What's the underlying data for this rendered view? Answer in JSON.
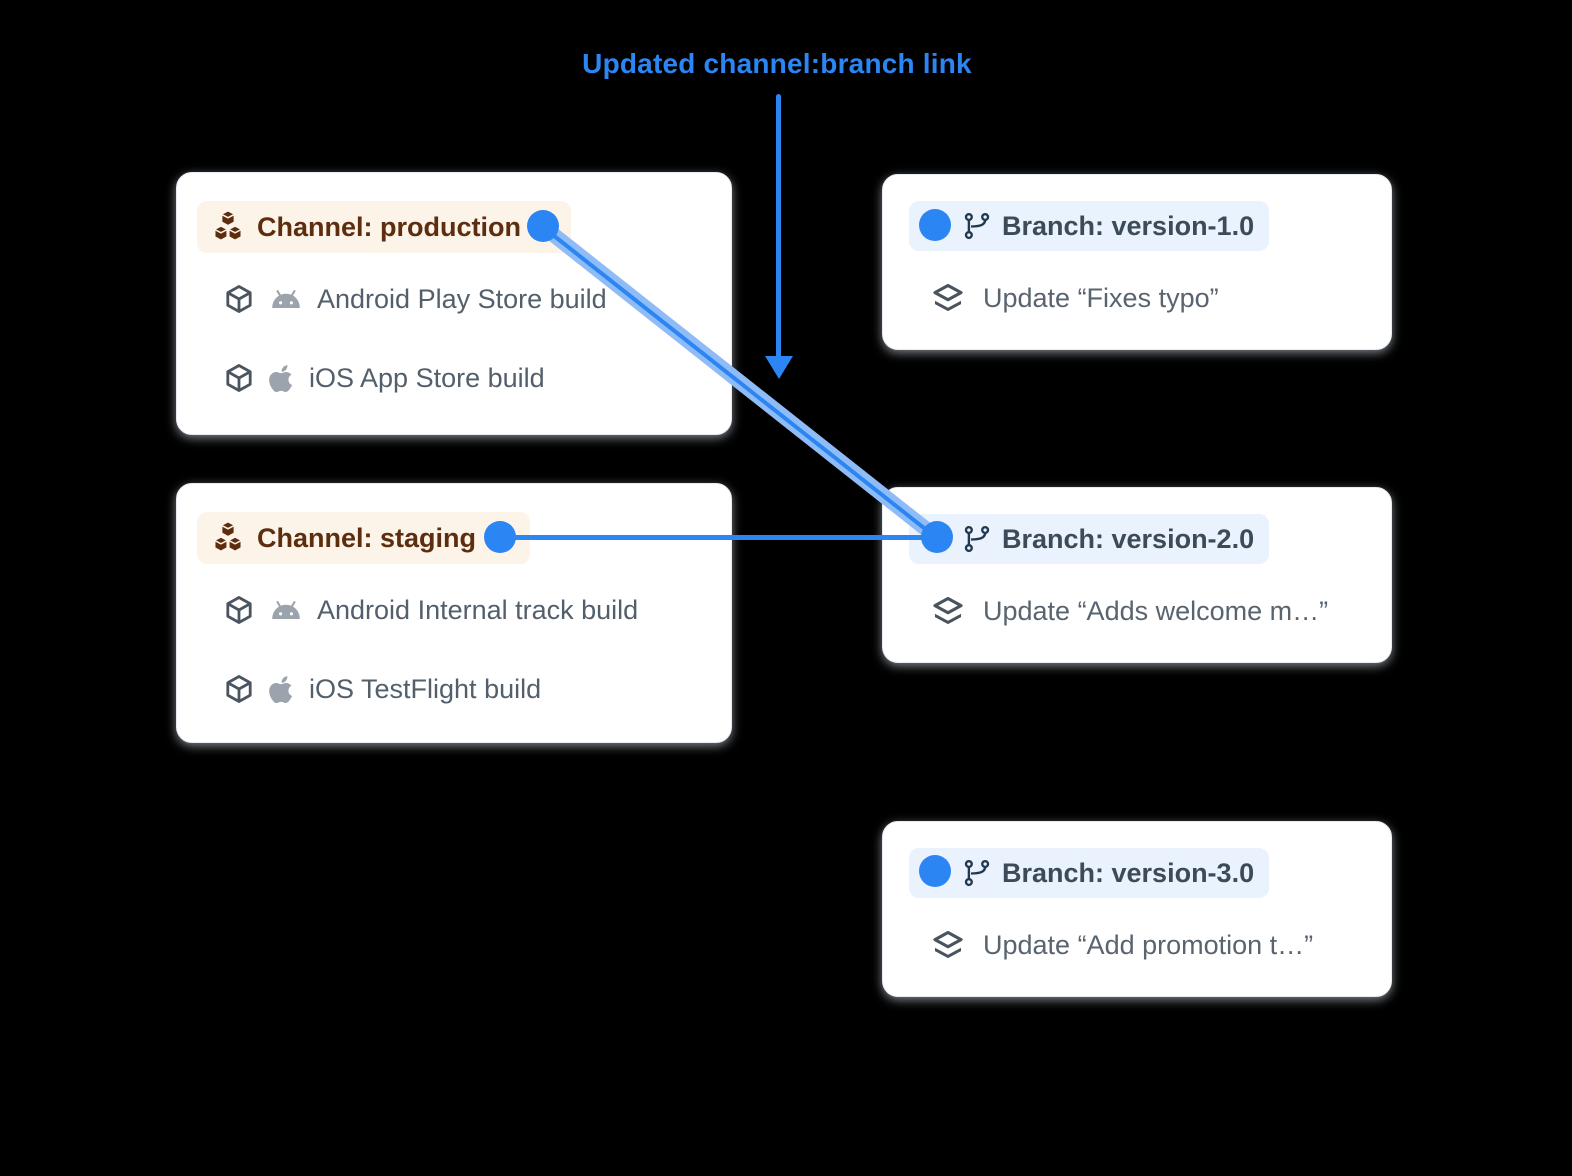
{
  "title": {
    "text": "Updated channel:branch link"
  },
  "channels": [
    {
      "label": "Channel: production",
      "builds": [
        {
          "platform": "android",
          "label": "Android Play Store build"
        },
        {
          "platform": "ios",
          "label": "iOS App Store build"
        }
      ]
    },
    {
      "label": "Channel: staging",
      "builds": [
        {
          "platform": "android",
          "label": "Android Internal track build"
        },
        {
          "platform": "ios",
          "label": "iOS TestFlight build"
        }
      ]
    }
  ],
  "branches": [
    {
      "label": "Branch: version-1.0",
      "update": "Update “Fixes typo”"
    },
    {
      "label": "Branch: version-2.0",
      "update": "Update “Adds welcome m…”"
    },
    {
      "label": "Branch: version-3.0",
      "update": "Update “Add promotion t…”"
    }
  ],
  "links": [
    {
      "from": "Channel: production",
      "to": "Branch: version-2.0",
      "style": "thick-highlight"
    },
    {
      "from": "Channel: staging",
      "to": "Branch: version-2.0",
      "style": "thin"
    }
  ],
  "colors": {
    "accent_blue": "#2B85F2",
    "light_blue_link": "#8FBCF7",
    "channel_pill_bg": "#FCF3E9",
    "channel_text": "#5C2D0E",
    "branch_pill_bg": "#E9F2FD",
    "branch_text": "#3D4B59",
    "card_bg": "#FFFFFF",
    "muted_text": "#535F6B",
    "icon_gray": "#9BA3AC",
    "background": "#000000"
  },
  "icons": {
    "channel": "stacked-cubes",
    "build": "package-cube",
    "android": "android-robot",
    "ios": "apple-logo",
    "branch": "git-branch",
    "update": "layers"
  }
}
